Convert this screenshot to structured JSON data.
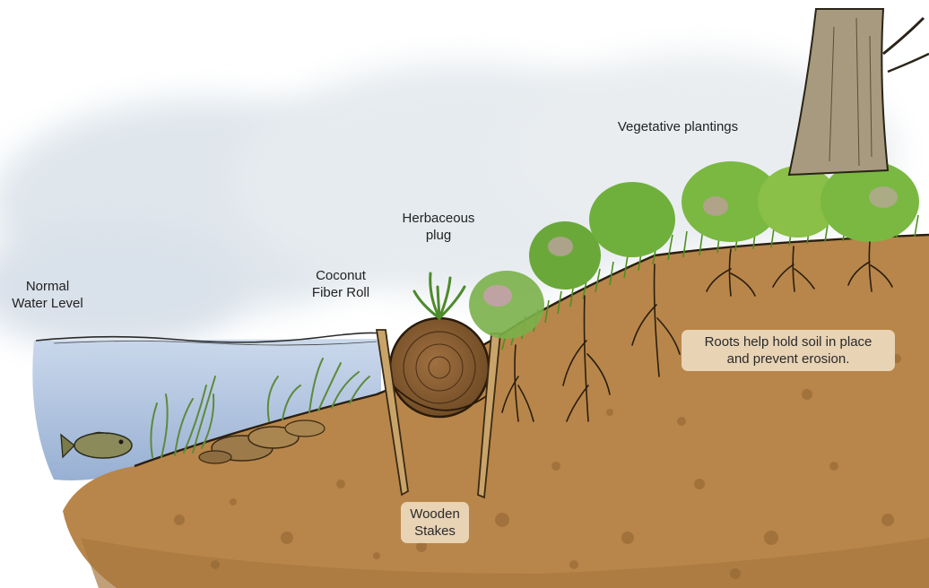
{
  "labels": {
    "water_level": [
      "Normal",
      "Water Level"
    ],
    "fiber_roll": [
      "Coconut",
      "Fiber Roll"
    ],
    "herbaceous_plug": [
      "Herbaceous",
      "plug"
    ],
    "vegetative_plantings": "Vegetative plantings",
    "roots": [
      "Roots help hold soil in place",
      "and prevent erosion."
    ],
    "stakes": [
      "Wooden",
      "Stakes"
    ]
  },
  "colors": {
    "water": "#a9bedc",
    "soil": "#b8864a",
    "soil_dark": "#8f6332",
    "grass": "#5a9a2a",
    "shrub": "#6aa83a",
    "bark": "#a89a7e",
    "sky_mist": "#dfe6ec",
    "label_box": "#eeddc4"
  }
}
